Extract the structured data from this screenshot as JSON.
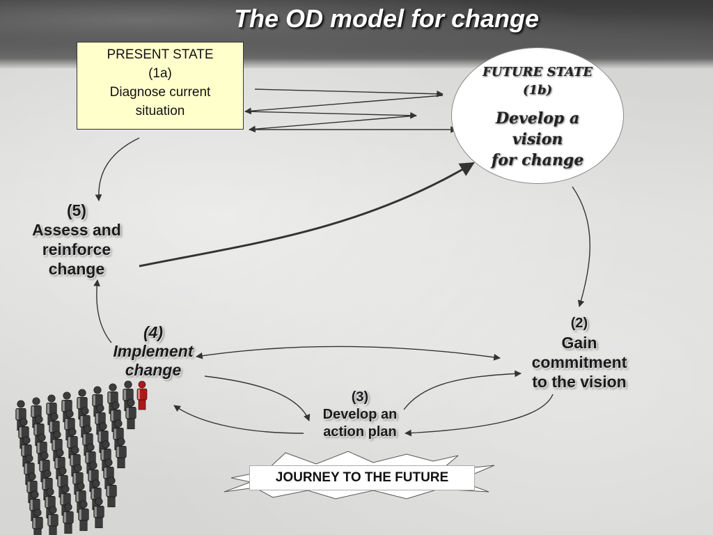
{
  "slide": {
    "title": "The OD model for change"
  },
  "present_state": {
    "lines": [
      "PRESENT STATE",
      "(1a)",
      "Diagnose current",
      "situation"
    ]
  },
  "future_state": {
    "title_lines": [
      "FUTURE STATE",
      "(1b)"
    ],
    "sub_lines": [
      "Develop a",
      "vision",
      "for change"
    ]
  },
  "stage_5": {
    "lines": [
      "(5)",
      "Assess and",
      "reinforce",
      "change"
    ]
  },
  "stage_4": {
    "lines": [
      "(4)",
      "Implement",
      "change"
    ]
  },
  "stage_2": {
    "paren": "(2)",
    "lines": [
      "Gain",
      "commitment",
      "to the vision"
    ]
  },
  "stage_3": {
    "lines": [
      "(3)",
      "Develop an",
      "action plan"
    ]
  },
  "journey": {
    "label": "JOURNEY TO THE FUTURE"
  },
  "colors": {
    "present_fill": "#ffffcc",
    "future_fill": "#ffffff",
    "title_text": "#ffffff",
    "header_band": "#4a4a4a",
    "arrow": "#333333",
    "figure_gray": "#3c3c3c",
    "figure_red": "#b01818"
  },
  "icons": {
    "crowd": "people-crowd-icon",
    "leader": "red-leader-figure-icon",
    "burst": "starburst-icon"
  }
}
